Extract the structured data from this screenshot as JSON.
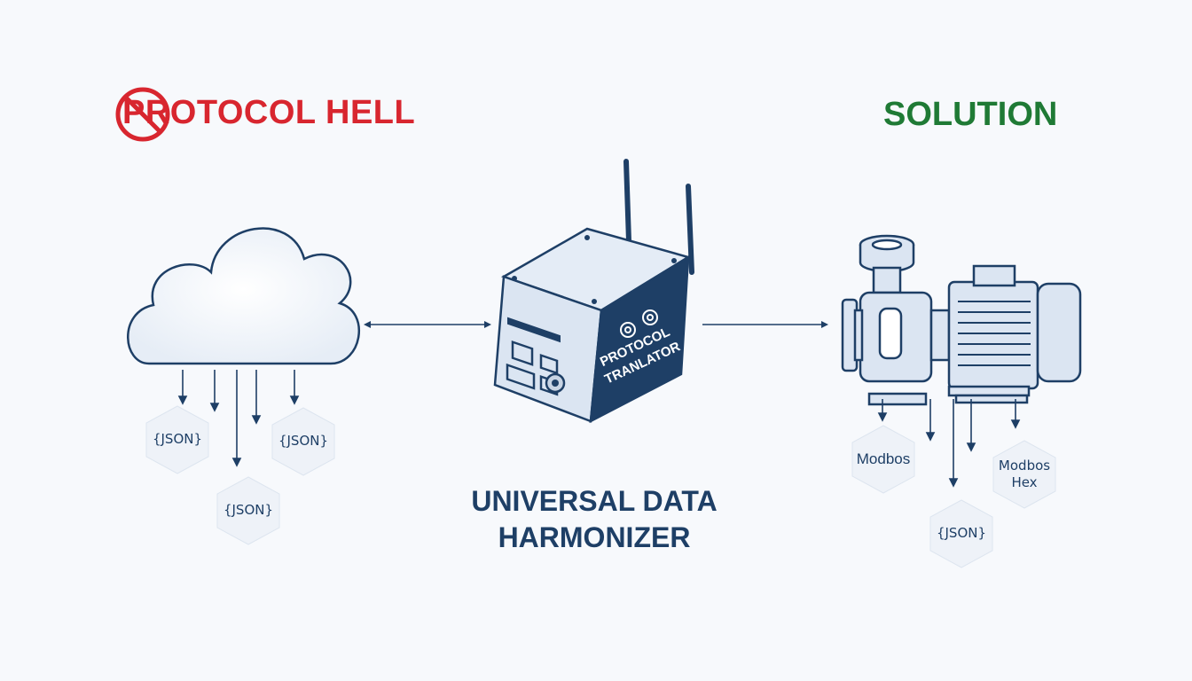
{
  "left_heading": "PROTOCOL HELL",
  "right_heading": "SOLUTION",
  "center_title_line1": "UNIVERSAL DATA",
  "center_title_line2": "HARMONIZER",
  "device_label_line1": "PROTOCOL",
  "device_label_line2": "TRANLATOR",
  "left_hexes": [
    "{JSON}",
    "{JSON}",
    "{JSON}"
  ],
  "right_hexes": {
    "modbus": "Modbos",
    "modbus_hex_line1": "Modbos",
    "modbus_hex_line2": "Hex",
    "json": "{JSON}"
  },
  "colors": {
    "problem": "#d8262f",
    "solution": "#1f7a35",
    "navy": "#1e3f66",
    "device_fill": "#dbe5f2"
  },
  "icons": [
    "no-entry-icon",
    "cloud-icon",
    "gateway-device-icon",
    "pump-motor-icon",
    "gear-icon"
  ]
}
